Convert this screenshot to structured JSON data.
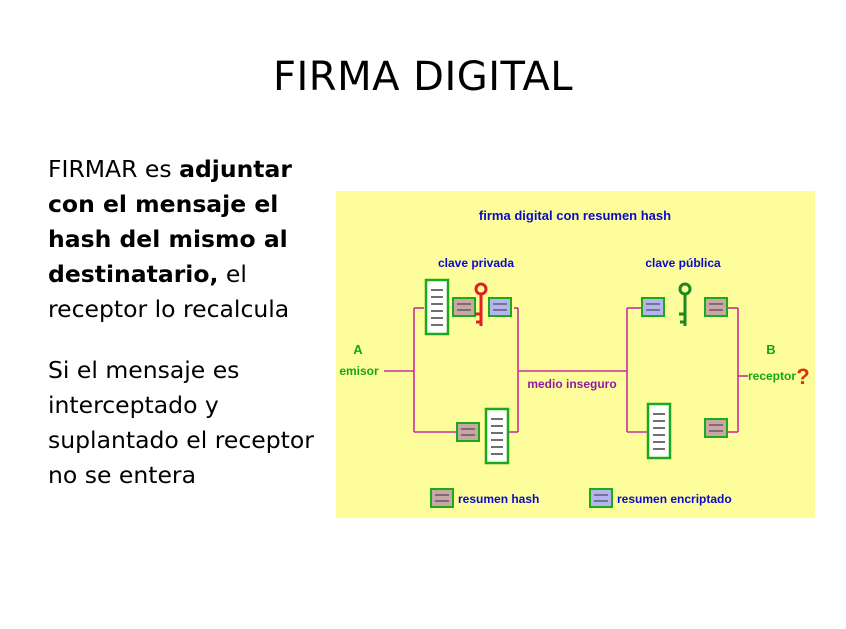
{
  "slide": {
    "title": "FIRMA DIGITAL"
  },
  "bullets": [
    {
      "parts": [
        {
          "text": "FIRMAR es ",
          "bold": false
        },
        {
          "text": "adjuntar con el mensaje el hash del mismo al destinatario,",
          "bold": true
        },
        {
          "text": " el receptor lo recalcula",
          "bold": false
        }
      ]
    },
    {
      "parts": [
        {
          "text": "Si el mensaje es interceptado y suplantado el receptor no se entera",
          "bold": false
        }
      ]
    }
  ],
  "diagram": {
    "title": "firma digital con resumen hash",
    "clave_privada": "clave privada",
    "clave_publica": "clave pública",
    "sender_letter": "A",
    "sender_label": "emisor",
    "receiver_letter": "B",
    "receiver_label": "receptor",
    "question_mark": "?",
    "channel_label": "medio inseguro",
    "legend_hash": "resumen hash",
    "legend_encrypted": "resumen encriptado",
    "colors": {
      "background": "#fdfd9c",
      "line": "#c8329b",
      "label_blue": "#0a0ac8",
      "label_green": "#16a516",
      "label_purple": "#8c1ca0",
      "key_red": "#e02020",
      "key_green": "#1a8a1a",
      "question": "#e03010",
      "hash_fill": "#c9a7a7",
      "encrypted_fill": "#b4b4ee",
      "doc_border": "#1aaa1a"
    },
    "icons": [
      "document-icon",
      "hash-summary-icon",
      "encrypted-summary-icon",
      "private-key-icon",
      "public-key-icon"
    ]
  }
}
